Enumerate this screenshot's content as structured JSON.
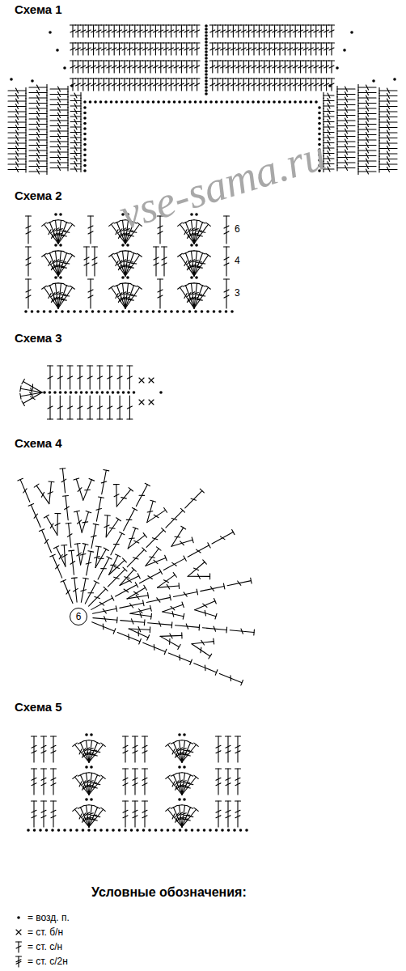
{
  "diagram": {
    "nodes": [
      {
        "text": [
          "6"
        ]
      }
    ],
    "labels": [
      "Схема 1",
      "Схема 2",
      "6",
      "4",
      "3",
      "Схема 3",
      "Схема 4",
      "Схема 5",
      "Условные обозначения:",
      "vse-sama.ru"
    ],
    "legend": [
      {
        "text": "= возд. п."
      },
      {
        "text": "= ст. б/н"
      },
      {
        "text": "= ст. с/н"
      },
      {
        "text": "= ст. с/2н"
      }
    ]
  }
}
